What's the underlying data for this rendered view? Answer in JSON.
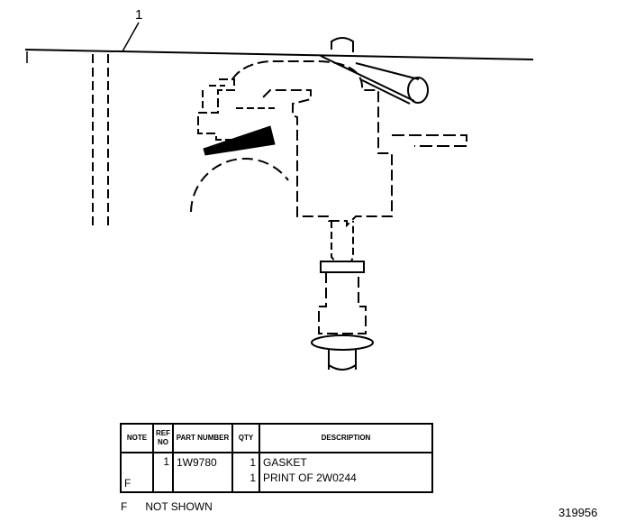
{
  "callout": {
    "number": "1"
  },
  "table": {
    "headers": {
      "note": "NOTE",
      "ref_no": "REF NO",
      "part_number": "PART NUMBER",
      "qty": "QTY",
      "description": "DESCRIPTION"
    },
    "row": {
      "note": "F",
      "ref_no": "1",
      "part_numbers": [
        "1W9780",
        ""
      ],
      "qtys": [
        "1",
        "1"
      ],
      "descriptions": [
        "GASKET",
        "PRINT  OF  2W0244"
      ]
    }
  },
  "footnote": {
    "code": "F",
    "text": "NOT  SHOWN"
  },
  "illustration_number": "319956"
}
